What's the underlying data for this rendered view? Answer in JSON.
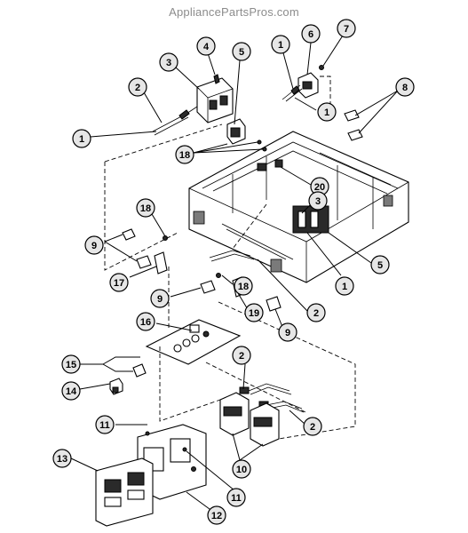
{
  "watermark": "AppliancePartsPros.com",
  "callouts": [
    {
      "id": "c1a",
      "label": "1"
    },
    {
      "id": "c2a",
      "label": "2"
    },
    {
      "id": "c3a",
      "label": "3"
    },
    {
      "id": "c4",
      "label": "4"
    },
    {
      "id": "c5a",
      "label": "5"
    },
    {
      "id": "c1b",
      "label": "1"
    },
    {
      "id": "c6",
      "label": "6"
    },
    {
      "id": "c7",
      "label": "7"
    },
    {
      "id": "c8",
      "label": "8"
    },
    {
      "id": "c1c",
      "label": "1"
    },
    {
      "id": "c18a",
      "label": "18"
    },
    {
      "id": "c20",
      "label": "20"
    },
    {
      "id": "c3b",
      "label": "3"
    },
    {
      "id": "c18b",
      "label": "18"
    },
    {
      "id": "c9a",
      "label": "9"
    },
    {
      "id": "c17",
      "label": "17"
    },
    {
      "id": "c5b",
      "label": "5"
    },
    {
      "id": "c1d",
      "label": "1"
    },
    {
      "id": "c18c",
      "label": "18"
    },
    {
      "id": "c9b",
      "label": "9"
    },
    {
      "id": "c19",
      "label": "19"
    },
    {
      "id": "c2b",
      "label": "2"
    },
    {
      "id": "c9c",
      "label": "9"
    },
    {
      "id": "c16",
      "label": "16"
    },
    {
      "id": "c15",
      "label": "15"
    },
    {
      "id": "c14",
      "label": "14"
    },
    {
      "id": "c2c",
      "label": "2"
    },
    {
      "id": "c11a",
      "label": "11"
    },
    {
      "id": "c2d",
      "label": "2"
    },
    {
      "id": "c10",
      "label": "10"
    },
    {
      "id": "c13",
      "label": "13"
    },
    {
      "id": "c11b",
      "label": "11"
    },
    {
      "id": "c12",
      "label": "12"
    }
  ]
}
